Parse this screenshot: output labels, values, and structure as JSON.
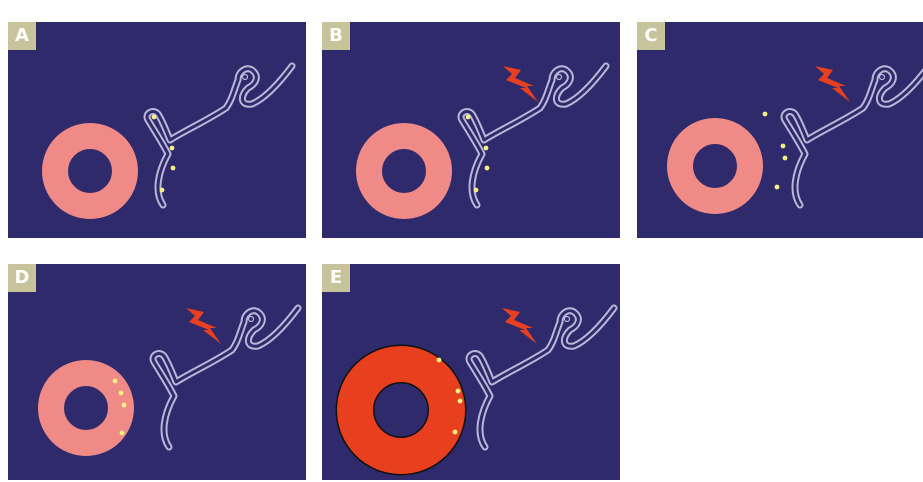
{
  "colors": {
    "background": "#2f2a6b",
    "label_bg": "#c7c39a",
    "ring_resting": "#f08a86",
    "ring_contracted": "#e8401f",
    "outline": "#b9b6d8",
    "vesicle": "#f2ef86",
    "lightning": "#e8401f"
  },
  "panels": [
    {
      "label": "A",
      "lightning": false,
      "vesicles": "terminal",
      "ring": "resting"
    },
    {
      "label": "B",
      "lightning": true,
      "vesicles": "terminal",
      "ring": "resting"
    },
    {
      "label": "C",
      "lightning": true,
      "vesicles": "cleft",
      "ring": "resting"
    },
    {
      "label": "D",
      "lightning": true,
      "vesicles": "bound",
      "ring": "resting"
    },
    {
      "label": "E",
      "lightning": true,
      "vesicles": "bound",
      "ring": "contracted"
    }
  ]
}
